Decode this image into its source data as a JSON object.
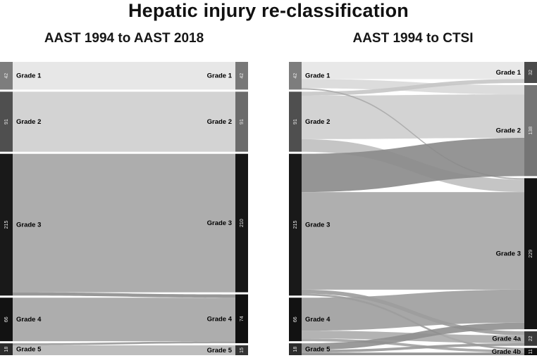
{
  "title": "Hepatic injury re-classification",
  "chart_data": [
    {
      "type": "sankey",
      "title": "AAST 1994 to AAST 2018",
      "left_nodes": [
        {
          "label": "Grade 1",
          "value": 42,
          "color": "#7d7d7d"
        },
        {
          "label": "Grade 2",
          "value": 91,
          "color": "#4f4f4f"
        },
        {
          "label": "Grade 3",
          "value": 215,
          "color": "#191919"
        },
        {
          "label": "Grade 4",
          "value": 66,
          "color": "#121212"
        },
        {
          "label": "Grade 5",
          "value": 18,
          "color": "#2b2b2b"
        }
      ],
      "right_nodes": [
        {
          "label": "Grade 1",
          "value": 42,
          "color": "#787878"
        },
        {
          "label": "Grade 2",
          "value": 91,
          "color": "#6b6b6b"
        },
        {
          "label": "Grade 3",
          "value": 210,
          "color": "#161616"
        },
        {
          "label": "Grade 4",
          "value": 74,
          "color": "#101010"
        },
        {
          "label": "Grade 5",
          "value": 15,
          "color": "#333333"
        }
      ],
      "links": [
        {
          "source": "Grade 1",
          "target": "Grade 1",
          "value": 42,
          "color": "#e4e4e4"
        },
        {
          "source": "Grade 2",
          "target": "Grade 2",
          "value": 91,
          "color": "#cecece"
        },
        {
          "source": "Grade 3",
          "target": "Grade 3",
          "value": 210,
          "color": "#a4a4a4"
        },
        {
          "source": "Grade 4",
          "target": "Grade 4",
          "value": 66,
          "color": "#a4a4a4"
        },
        {
          "source": "Grade 5",
          "target": "Grade 5",
          "value": 15,
          "color": "#b6b6b6"
        },
        {
          "source": "Grade 3",
          "target": "Grade 4",
          "value": 5,
          "color": "#8d8d8d"
        },
        {
          "source": "Grade 5",
          "target": "Grade 4",
          "value": 3,
          "color": "#979797"
        }
      ]
    },
    {
      "type": "sankey",
      "title": "AAST 1994 to CTSI",
      "left_nodes": [
        {
          "label": "Grade 1",
          "value": 42,
          "color": "#7d7d7d"
        },
        {
          "label": "Grade 2",
          "value": 91,
          "color": "#4f4f4f"
        },
        {
          "label": "Grade 3",
          "value": 215,
          "color": "#191919"
        },
        {
          "label": "Grade 4",
          "value": 66,
          "color": "#121212"
        },
        {
          "label": "Grade 5",
          "value": 18,
          "color": "#2b2b2b"
        }
      ],
      "right_nodes": [
        {
          "label": "Grade 1",
          "value": 32,
          "color": "#4a4a4a"
        },
        {
          "label": "Grade 2",
          "value": 138,
          "color": "#757575"
        },
        {
          "label": "Grade 3",
          "value": 229,
          "color": "#141414"
        },
        {
          "label": "Grade 4a",
          "value": 22,
          "color": "#3a3a3a"
        },
        {
          "label": "Grade 4b",
          "value": 11,
          "color": "#0f0f0f"
        }
      ],
      "links": [
        {
          "source": "Grade 1",
          "target": "Grade 1",
          "value": 26,
          "color": "#e5e5e5"
        },
        {
          "source": "Grade 1",
          "target": "Grade 2",
          "value": 14,
          "color": "#d8d8d8"
        },
        {
          "source": "Grade 2",
          "target": "Grade 2",
          "value": 66,
          "color": "#cecece"
        },
        {
          "source": "Grade 2",
          "target": "Grade 3",
          "value": 19,
          "color": "#bfbfbf"
        },
        {
          "source": "Grade 2",
          "target": "Grade 1",
          "value": 6,
          "color": "#c5c5c5"
        },
        {
          "source": "Grade 1",
          "target": "Grade 3",
          "value": 2,
          "color": "#aaaaaa"
        },
        {
          "source": "Grade 3",
          "target": "Grade 3",
          "value": 148,
          "color": "#a6a6a6"
        },
        {
          "source": "Grade 3",
          "target": "Grade 4a",
          "value": 6,
          "color": "#9c9c9c"
        },
        {
          "source": "Grade 3",
          "target": "Grade 4b",
          "value": 3,
          "color": "#9c9c9c"
        },
        {
          "source": "Grade 3",
          "target": "Grade 2",
          "value": 58,
          "color": "#8a8a8a"
        },
        {
          "source": "Grade 4",
          "target": "Grade 4a",
          "value": 12,
          "color": "#ababab"
        },
        {
          "source": "Grade 4",
          "target": "Grade 4b",
          "value": 4,
          "color": "#a2a2a2"
        },
        {
          "source": "Grade 4",
          "target": "Grade 3",
          "value": 50,
          "color": "#9d9d9d"
        },
        {
          "source": "Grade 5",
          "target": "Grade 3",
          "value": 10,
          "color": "#8f8f8f"
        },
        {
          "source": "Grade 5",
          "target": "Grade 4a",
          "value": 4,
          "color": "#989898"
        },
        {
          "source": "Grade 5",
          "target": "Grade 4b",
          "value": 4,
          "color": "#8a8a8a"
        }
      ]
    }
  ]
}
